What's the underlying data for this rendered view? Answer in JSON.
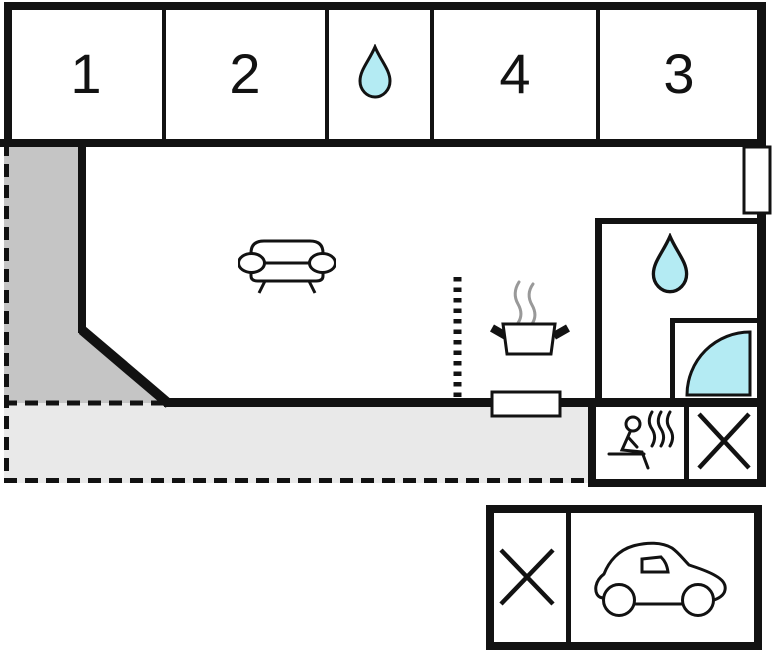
{
  "page": {
    "title": "Holiday home floor plan"
  },
  "colors": {
    "wall": "#121212",
    "water": "#b4ebf3",
    "terrace-dark": "#c5c5c5",
    "terrace-light": "#e9e9e9",
    "surface": "#ffffff",
    "steam": "#999999"
  },
  "rooms": {
    "room1": {
      "label": "1"
    },
    "room2": {
      "label": "2"
    },
    "room3": {
      "label": "3"
    },
    "room4": {
      "label": "4"
    },
    "wc_top": {
      "icon": "water-drop-icon"
    },
    "living_area": {
      "icon": "sofa-icon"
    },
    "kitchen": {
      "icon": "cooking-pot-icon"
    },
    "bathroom": {
      "icons": [
        "water-drop-icon",
        "shower-icon"
      ]
    },
    "sauna": {
      "icon": "sauna-icon"
    },
    "utility": {
      "icon": "crossed-box-icon"
    },
    "garage": {
      "icons": [
        "crossed-box-icon",
        "car-icon"
      ]
    }
  },
  "legend_icons": [
    "water-drop-icon",
    "sofa-icon",
    "cooking-pot-icon",
    "shower-icon",
    "sauna-icon",
    "crossed-box-icon",
    "car-icon",
    "window-marker"
  ]
}
